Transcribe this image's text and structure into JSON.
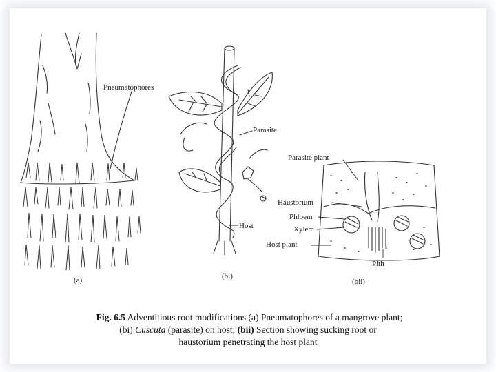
{
  "figure": {
    "labels": {
      "pneumatophores": "Pneumatophores",
      "parasite": "Parasite",
      "host": "Host",
      "parasite_plant": "Parasite plant",
      "haustorium": "Haustorium",
      "phloem": "Phloem",
      "xylem": "Xylem",
      "host_plant": "Host plant",
      "pith": "Pith"
    },
    "panels": {
      "a": "(a)",
      "bi": "(bi)",
      "bii": "(bii)"
    }
  },
  "caption": {
    "fig_no": "Fig. 6.5",
    "line1_text": " Adventitious root modifications (a) Pneumatophores of a mangrove plant;",
    "line2_bi": "(bi)",
    "line2_cuscuta": "Cuscuta",
    "line2_mid": " (parasite) on host; ",
    "line2_bii": "(bii)",
    "line2_end": " Section showing sucking root or",
    "line3": "haustorium penetrating the host plant"
  }
}
